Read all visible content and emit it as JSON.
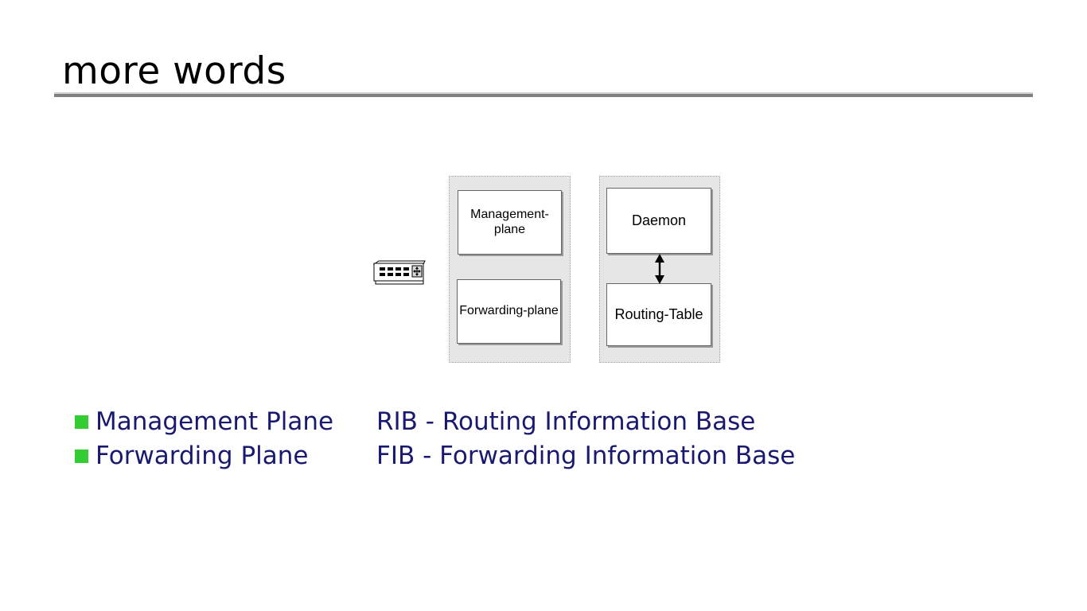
{
  "slide": {
    "title": "more words",
    "divider_color": "#808080",
    "background": "#ffffff"
  },
  "diagram": {
    "device_icon": {
      "name": "router-switch-icon",
      "ports_rows": 2,
      "ports_per_row": 4
    },
    "containers": [
      {
        "id": "device-planes",
        "fill": "#e6e6e6",
        "border_style": "dotted",
        "boxes": [
          {
            "id": "management-plane",
            "label": "Management-plane"
          },
          {
            "id": "forwarding-plane",
            "label": "Forwarding-plane"
          }
        ]
      },
      {
        "id": "control-planes",
        "fill": "#e6e6e6",
        "border_style": "dotted",
        "boxes": [
          {
            "id": "daemon",
            "label": "Daemon"
          },
          {
            "id": "routing-table",
            "label": "Routing-Table"
          }
        ],
        "connector": {
          "id": "daemon-routing-arrow",
          "type": "double-headed-vertical-arrow",
          "from": "Daemon",
          "to": "Routing-Table",
          "color": "#000000"
        }
      }
    ]
  },
  "bullets": {
    "marker_color": "#33cc33",
    "text_color": "#191970",
    "items": [
      {
        "label": "Management Plane"
      },
      {
        "label": "Forwarding Plane"
      }
    ]
  },
  "acronyms": {
    "text_color": "#191970",
    "items": [
      {
        "label": "RIB - Routing Information Base"
      },
      {
        "label": "FIB - Forwarding Information Base"
      }
    ]
  }
}
